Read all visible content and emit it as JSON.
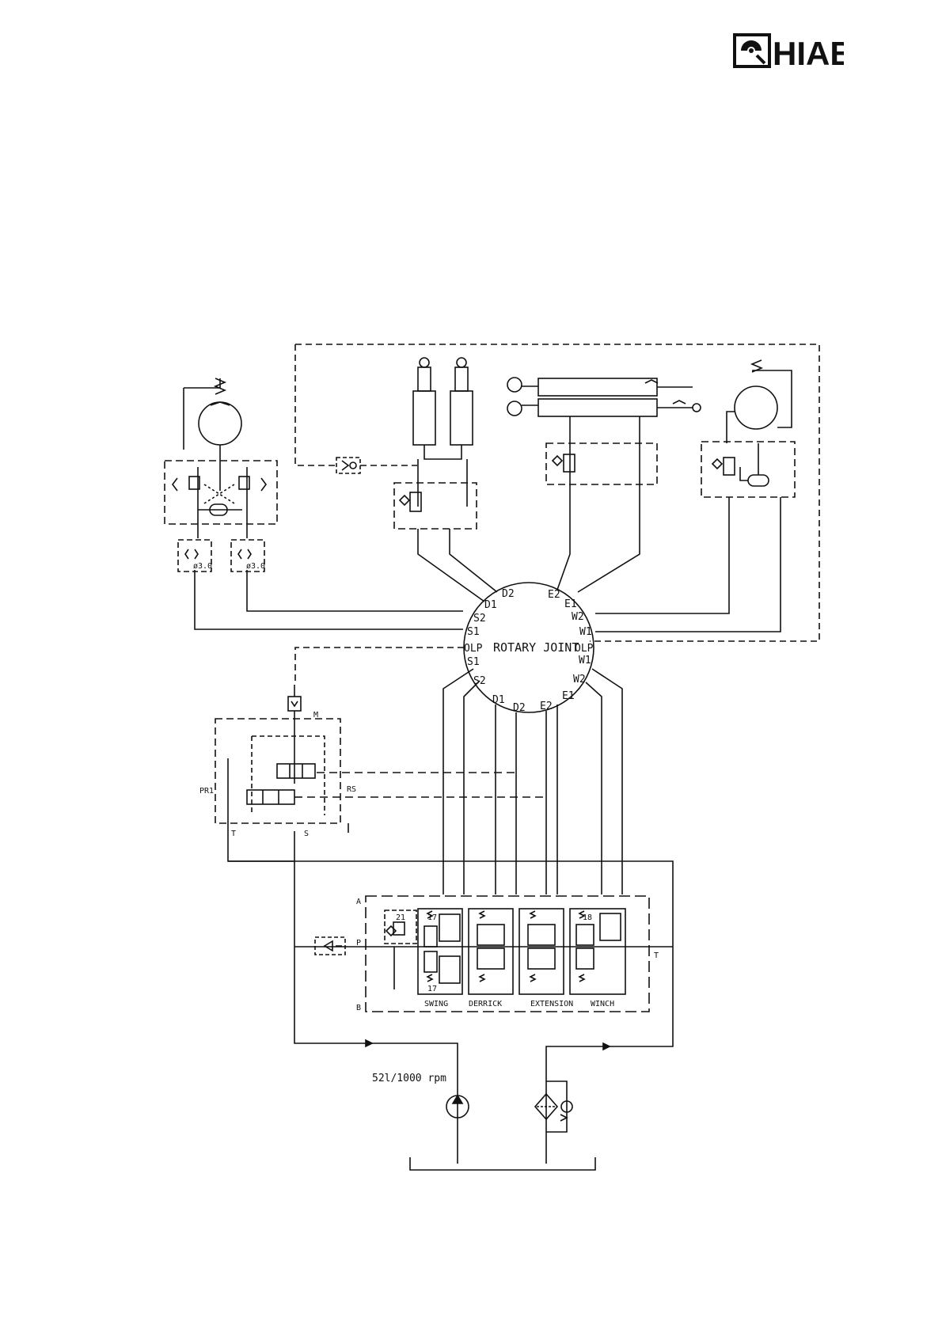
{
  "logo": {
    "text": "HIAB",
    "color": "#e3001b"
  },
  "joint": {
    "title": "ROTARY JOINT",
    "top_ports": [
      "D2",
      "D1",
      "S2",
      "S1",
      "OLP",
      "S1",
      "S2",
      "D1",
      "D2",
      "E2",
      "E1",
      "W2",
      "W1",
      "OLP",
      "W1",
      "W2",
      "E1",
      "E2"
    ]
  },
  "labels": {
    "sections": [
      "SWING",
      "DERRICK",
      "EXTENSION",
      "WINCH"
    ],
    "pump": "52l/1000 rpm",
    "pr1": "PR1",
    "rs": "RS",
    "t_left": "T",
    "s_left": "S",
    "m": "M",
    "a": "A",
    "b": "B",
    "p": "P",
    "t_right": "T",
    "n17a": "17",
    "n17b": "17",
    "n18": "18",
    "n21": "21",
    "orif1": "ø3.0",
    "orif2": "ø3.0"
  },
  "colors": {
    "line": "#111111",
    "brand": "#e3001b"
  }
}
